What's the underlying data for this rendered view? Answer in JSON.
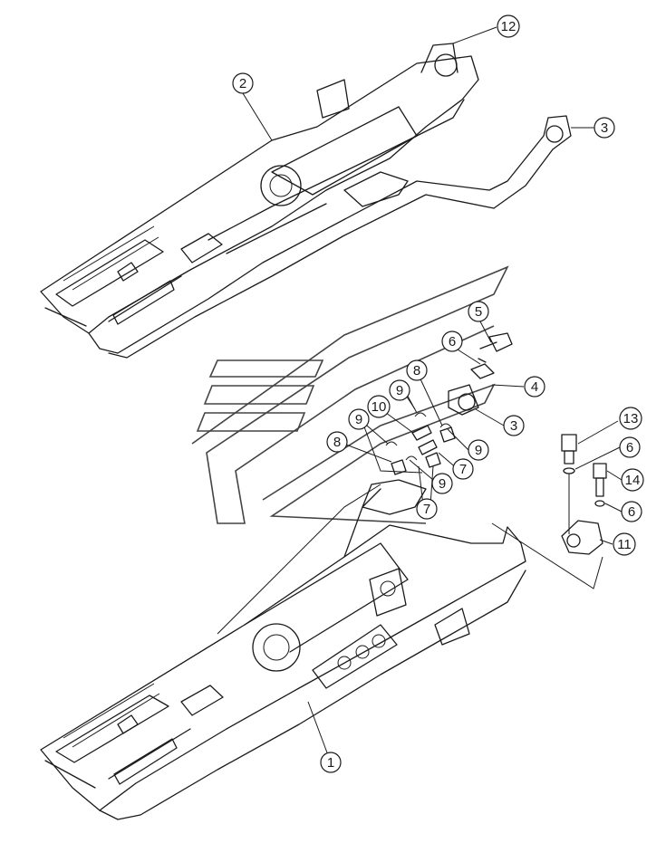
{
  "callouts": [
    {
      "id": "callout-1",
      "label": "1"
    },
    {
      "id": "callout-2",
      "label": "2"
    },
    {
      "id": "callout-3-top",
      "label": "3"
    },
    {
      "id": "callout-3-mid",
      "label": "3"
    },
    {
      "id": "callout-4",
      "label": "4"
    },
    {
      "id": "callout-5",
      "label": "5"
    },
    {
      "id": "callout-6-a",
      "label": "6"
    },
    {
      "id": "callout-6-b",
      "label": "6"
    },
    {
      "id": "callout-6-c",
      "label": "6"
    },
    {
      "id": "callout-7-a",
      "label": "7"
    },
    {
      "id": "callout-7-b",
      "label": "7"
    },
    {
      "id": "callout-8-a",
      "label": "8"
    },
    {
      "id": "callout-8-b",
      "label": "8"
    },
    {
      "id": "callout-9-a",
      "label": "9"
    },
    {
      "id": "callout-9-b",
      "label": "9"
    },
    {
      "id": "callout-9-c",
      "label": "9"
    },
    {
      "id": "callout-9-d",
      "label": "9"
    },
    {
      "id": "callout-10",
      "label": "10"
    },
    {
      "id": "callout-11",
      "label": "11"
    },
    {
      "id": "callout-12",
      "label": "12"
    },
    {
      "id": "callout-13",
      "label": "13"
    },
    {
      "id": "callout-14",
      "label": "14"
    }
  ],
  "colors": {
    "line": "#1a1a1a",
    "background": "#ffffff",
    "watermark": "#444444"
  }
}
